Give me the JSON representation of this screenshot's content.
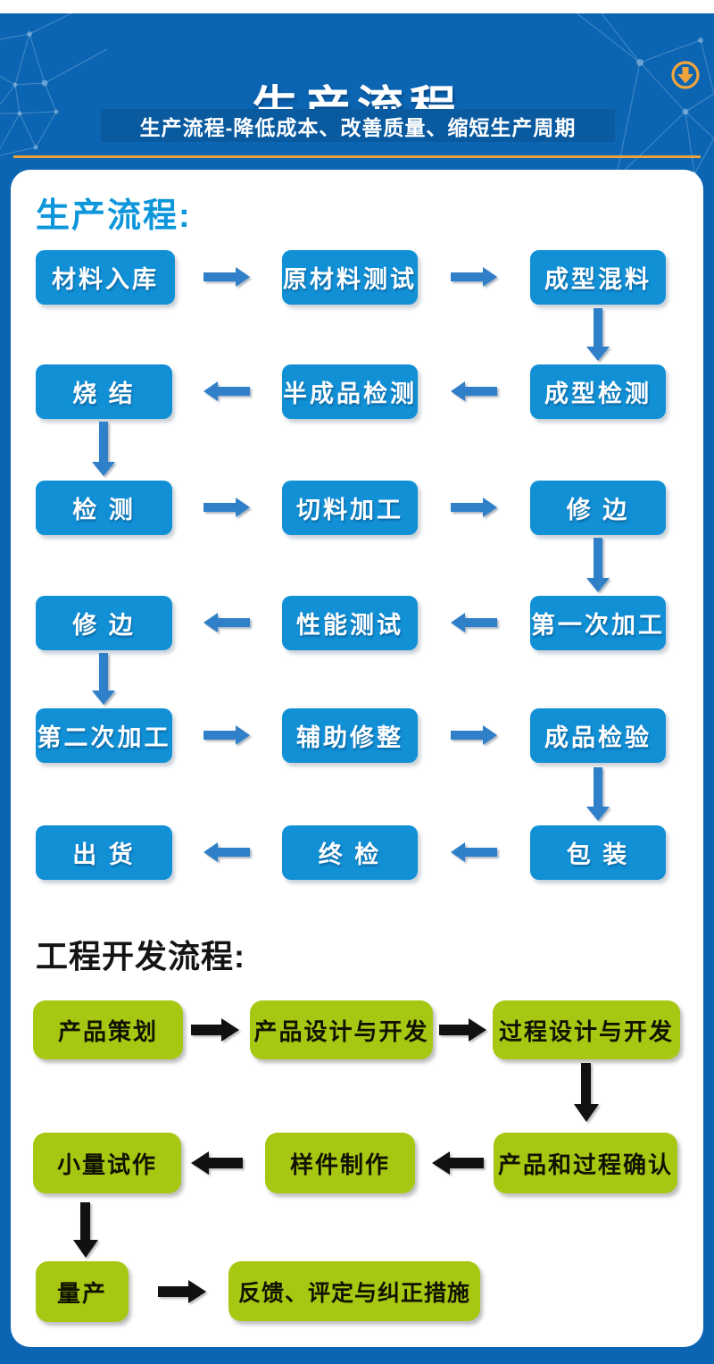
{
  "header": {
    "title": "生产流程",
    "subtitle": "生产流程-降低成本、改善质量、缩短生产周期",
    "download_icon": "download-icon"
  },
  "production": {
    "heading": "生产流程:",
    "steps": [
      "材料入库",
      "原材料测试",
      "成型混料",
      "成型检测",
      "半成品检测",
      "烧 结",
      "检 测",
      "切料加工",
      "修 边",
      "第一次加工",
      "性能测试",
      "修 边",
      "第二次加工",
      "辅助修整",
      "成品检验",
      "包 装",
      "终 检",
      "出 货"
    ]
  },
  "engineering": {
    "heading": "工程开发流程:",
    "steps": [
      "产品策划",
      "产品设计与开发",
      "过程设计与开发",
      "产品和过程确认",
      "样件制作",
      "小量试作",
      "量产",
      "反馈、评定与纠正措施"
    ]
  },
  "colors": {
    "page_blue": "#0B65B2",
    "subtitle_band_blue": "#0A5AA0",
    "flow_box_blue": "#1190D6",
    "flow_arrow_blue": "#2F80C8",
    "heading_blue": "#0D96DA",
    "flow_box_green": "#A6C813",
    "arrow_black": "#111111",
    "gold_accent": "#F0A43C"
  }
}
